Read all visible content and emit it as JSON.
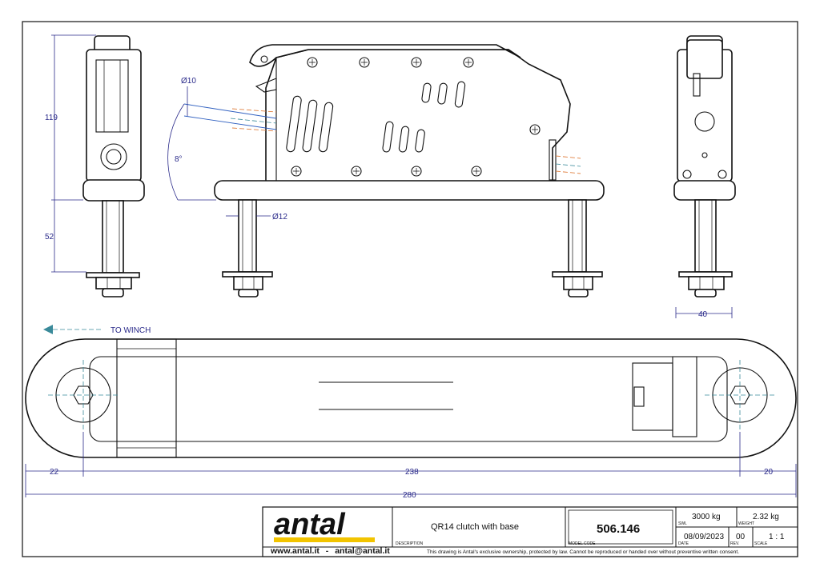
{
  "dimensions": {
    "height_top": "119",
    "height_bolt": "52",
    "dia_rope": "Ø10",
    "angle": "8°",
    "dia_bolt": "Ø12",
    "width_side": "40",
    "left_offset": "22",
    "center_span": "238",
    "right_offset": "20",
    "overall_length": "280"
  },
  "annotation": {
    "to_winch": "TO WINCH"
  },
  "title_block": {
    "brand": "antal",
    "brand_color": "#f2c400",
    "website": "www.antal.it",
    "separator": "-",
    "email": "antal@antal.it",
    "description": "QR14 clutch with base",
    "description_label": "DESCRIPTION",
    "model_code": "506.146",
    "model_code_label": "MODEL CODE",
    "swl": "3000 kg",
    "swl_label": "SWL",
    "weight": "2.32 kg",
    "weight_label": "WEIGHT",
    "date": "08/09/2023",
    "date_label": "DATE",
    "rev": "00",
    "rev_label": "REV.",
    "scale": "1 : 1",
    "scale_label": "SCALE",
    "disclaimer": "This drawing is Antal's exclusive ownership, protected by law. Cannot be reproduced or handed over without preventive written consent."
  }
}
